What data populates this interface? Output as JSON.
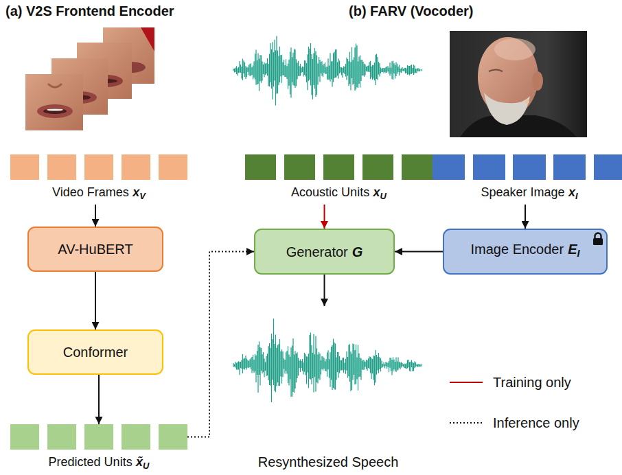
{
  "diagram": {
    "nodes": [
      {
        "text": [
          "Video Frames",
          "x",
          "V"
        ]
      },
      {
        "text": [
          "Acoustic Units",
          "x",
          "U"
        ]
      },
      {
        "text": [
          "Speaker Image",
          "x",
          "I"
        ]
      },
      {
        "text": [
          "AV-HuBERT"
        ]
      },
      {
        "text": [
          "Generator",
          "G"
        ]
      },
      {
        "text": [
          "Image Encoder",
          "E",
          "I"
        ]
      },
      {
        "text": [
          "Conformer"
        ]
      },
      {
        "text": [
          "Predicted Units",
          "x̃",
          "U"
        ]
      }
    ],
    "edges": [
      {
        "from": 0,
        "to": 3,
        "arrow": "to"
      },
      {
        "from": 1,
        "to": 4,
        "arrow": "to"
      },
      {
        "from": 2,
        "to": 5,
        "arrow": "to"
      },
      {
        "from": 5,
        "to": 4,
        "arrow": "to"
      },
      {
        "from": 3,
        "to": 6,
        "arrow": "to"
      },
      {
        "from": 6,
        "to": 7,
        "arrow": "to"
      },
      {
        "from": 7,
        "to": 4,
        "arrow": "to"
      }
    ],
    "labels": [
      "(a) V2S Frontend Encoder",
      "(b) FARV (Vocoder)",
      "Resynthesized Speech"
    ],
    "legend": [
      {
        "text": "Training only"
      },
      {
        "text": "Inference only"
      }
    ]
  }
}
